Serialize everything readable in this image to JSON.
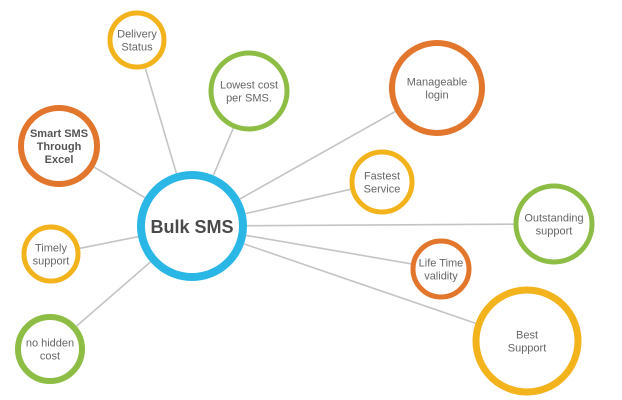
{
  "diagram": {
    "center": {
      "label": "Bulk SMS",
      "color": "#2ab7e6"
    },
    "nodes": [
      {
        "id": "delivery-status",
        "lines": [
          "Delivery",
          "Status"
        ],
        "color": "#f2b31c",
        "bold": false
      },
      {
        "id": "lowest-cost",
        "lines": [
          "Lowest cost",
          "per SMS."
        ],
        "color": "#8dbd45",
        "bold": false
      },
      {
        "id": "manageable-login",
        "lines": [
          "Manageable",
          "login"
        ],
        "color": "#e3762d",
        "bold": false
      },
      {
        "id": "smart-sms-excel",
        "lines": [
          "Smart SMS",
          "Through",
          "Excel"
        ],
        "color": "#e3762d",
        "bold": true
      },
      {
        "id": "fastest-service",
        "lines": [
          "Fastest",
          "Service"
        ],
        "color": "#f2b31c",
        "bold": false
      },
      {
        "id": "outstanding-support",
        "lines": [
          "Outstanding",
          "support"
        ],
        "color": "#8dbd45",
        "bold": false
      },
      {
        "id": "timely-support",
        "lines": [
          "Timely",
          "support"
        ],
        "color": "#f2b31c",
        "bold": false
      },
      {
        "id": "lifetime-validity",
        "lines": [
          "Life Time",
          "validity"
        ],
        "color": "#e3762d",
        "bold": false
      },
      {
        "id": "no-hidden-cost",
        "lines": [
          "no hidden",
          "cost"
        ],
        "color": "#8dbd45",
        "bold": false
      },
      {
        "id": "best-support",
        "lines": [
          "Best",
          "Support"
        ],
        "color": "#f2b31c",
        "bold": false
      }
    ]
  }
}
